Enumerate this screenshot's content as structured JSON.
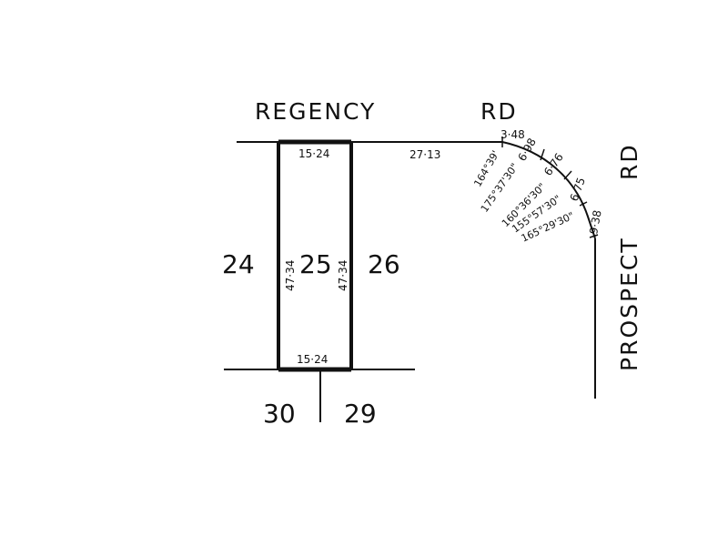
{
  "roads": {
    "regency": "REGENCY",
    "rd_top": "RD",
    "prospect": "PROSPECT",
    "rd_side": "RD"
  },
  "lots": {
    "left": "24",
    "subject": "25",
    "right": "26",
    "below_left": "30",
    "below_right": "29"
  },
  "dimensions": {
    "frontage_top": "15·24",
    "frontage_bottom": "15·24",
    "side_left": "47·34",
    "side_right": "47·34",
    "road_frontage": "27·13",
    "curve_chord_1": "3·48",
    "curve_chord_2": "6·98",
    "curve_chord_3": "6·76",
    "curve_chord_4": "6·75",
    "curve_chord_5": "9·38"
  },
  "angles": {
    "a1": "164°39'",
    "a2": "175°37'30\"",
    "a3": "160°36'30\"",
    "a4": "155°57'30\"",
    "a5": "165°29'30\""
  }
}
